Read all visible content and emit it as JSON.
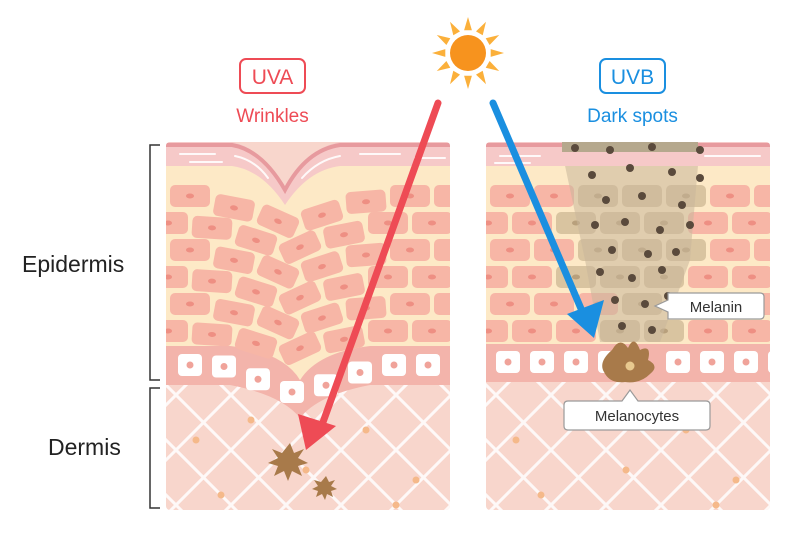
{
  "labels": {
    "uva": {
      "badge": "UVA",
      "effect": "Wrinkles"
    },
    "uvb": {
      "badge": "UVB",
      "effect": "Dark spots"
    },
    "layers": {
      "epidermis": "Epidermis",
      "dermis": "Dermis"
    },
    "callouts": {
      "melanin": "Melanin",
      "melanocytes": "Melanocytes"
    }
  },
  "colors": {
    "uva": "#ee4b55",
    "uvb": "#1a8fe0",
    "sun": "#f7931e",
    "sun_rays": "#fbb03b",
    "surface_layer": "#f6c9c8",
    "epidermis_bg": "#fde9c6",
    "cell": "#f7b6a6",
    "dermis_bg": "#f8d6cc",
    "melanin": "#5a4a3c",
    "melanocyte": "#a87a4a"
  },
  "icons": {
    "sun": "sun-icon"
  }
}
